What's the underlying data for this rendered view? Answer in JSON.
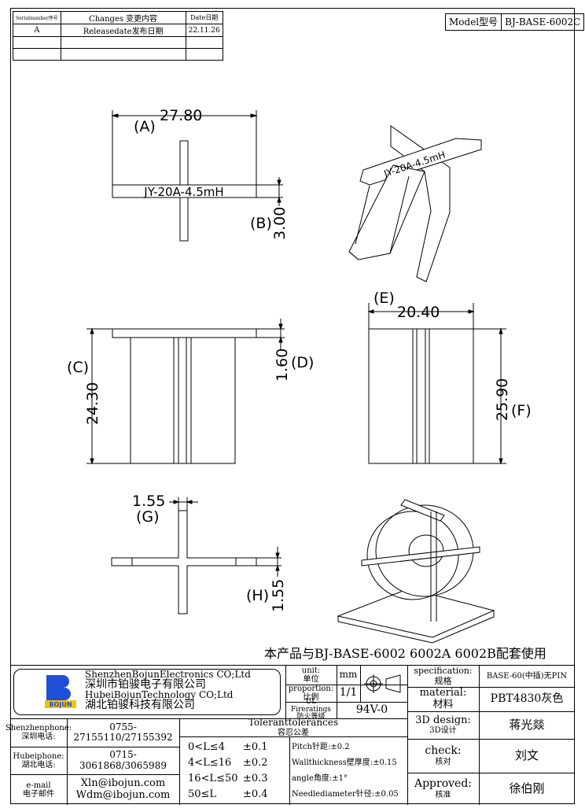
{
  "revision_table": {
    "headers": [
      "Serialnumber序号",
      "Changes 变更内容",
      "Date日期"
    ],
    "rows": [
      [
        "A",
        "Releasedate发布日期",
        "22.11.26"
      ],
      [
        "",
        "",
        ""
      ],
      [
        "",
        "",
        ""
      ]
    ]
  },
  "model": {
    "label": "Model型号",
    "value": "BJ-BASE-6002C"
  },
  "drawing": {
    "part_marking": "JY-20A-4.5mH",
    "dimensions": {
      "A": {
        "letter": "(A)",
        "value": "27.80"
      },
      "B": {
        "letter": "(B)",
        "value": "3.00"
      },
      "C": {
        "letter": "(C)",
        "value": "24.30"
      },
      "D": {
        "letter": "(D)",
        "value": "1.60"
      },
      "E": {
        "letter": "(E)",
        "value": "20.40"
      },
      "F": {
        "letter": "(F)",
        "value": "25.90"
      },
      "G": {
        "letter": "(G)",
        "value": "1.55"
      },
      "H": {
        "letter": "(H)",
        "value": "1.55"
      }
    }
  },
  "note": "本产品与BJ-BASE-6002 6002A 6002B配套使用",
  "company": {
    "name_en_1": "ShenzhenBojunElectronics CO;Ltd",
    "name_cn_1": "深圳市铂骏电子有限公司",
    "name_en_2": "HubeiBojunTechnology CO;Ltd",
    "name_cn_2": "湖北铂骏科技有限公司",
    "logo_text": "BOJUN"
  },
  "contacts": [
    {
      "label_en": "Shenzhenphone:",
      "label_cn": "深圳电话:",
      "value": "0755-27155110/27155392"
    },
    {
      "label_en": "Hubeiphone:",
      "label_cn": "湖北电话:",
      "value": "0715-3061868/3065989"
    },
    {
      "label_en": "e-mail",
      "label_cn": "电子邮件",
      "value": "Xln@ibojun.com",
      "value2": "Wdm@ibojun.com"
    }
  ],
  "unit": {
    "label_en": "unit:",
    "label_cn": "单位",
    "value": "mm"
  },
  "proportion": {
    "label_en": "proportion:",
    "label_cn": "比例",
    "value": "1/1"
  },
  "ul": {
    "label_en": "UL Fireratings",
    "label_cn": "防火等级",
    "value": "94V-0"
  },
  "tolerances": {
    "title_en": "Toleranttolerances",
    "title_cn": "容忍公差",
    "ranges": [
      {
        "range": "0<L≤4",
        "tol": "±0.1"
      },
      {
        "range": "4<L≤16",
        "tol": "±0.2"
      },
      {
        "range": "16<L≤50",
        "tol": "±0.3"
      },
      {
        "range": "50≤L",
        "tol": "±0.4"
      }
    ],
    "other": [
      "Pitch针距:±0.2",
      "Wallthickness壁厚度:±0.15",
      "angle角度:±1°",
      "Needlediameter针径:±0.05"
    ]
  },
  "spec": {
    "label_en": "specification:",
    "label_cn": "规格",
    "value": "BASE-60(中插)无PIN"
  },
  "material": {
    "label_en": "material:",
    "label_cn": "材料",
    "value": "PBT4830灰色"
  },
  "design": {
    "label_en": "3D design:",
    "label_cn": "3D设计",
    "value": "蒋光燚"
  },
  "check": {
    "label_en": "check:",
    "label_cn": "核对",
    "value": "刘文"
  },
  "approved": {
    "label_en": "Approved:",
    "label_cn": "核准",
    "value": "徐伯刚"
  }
}
